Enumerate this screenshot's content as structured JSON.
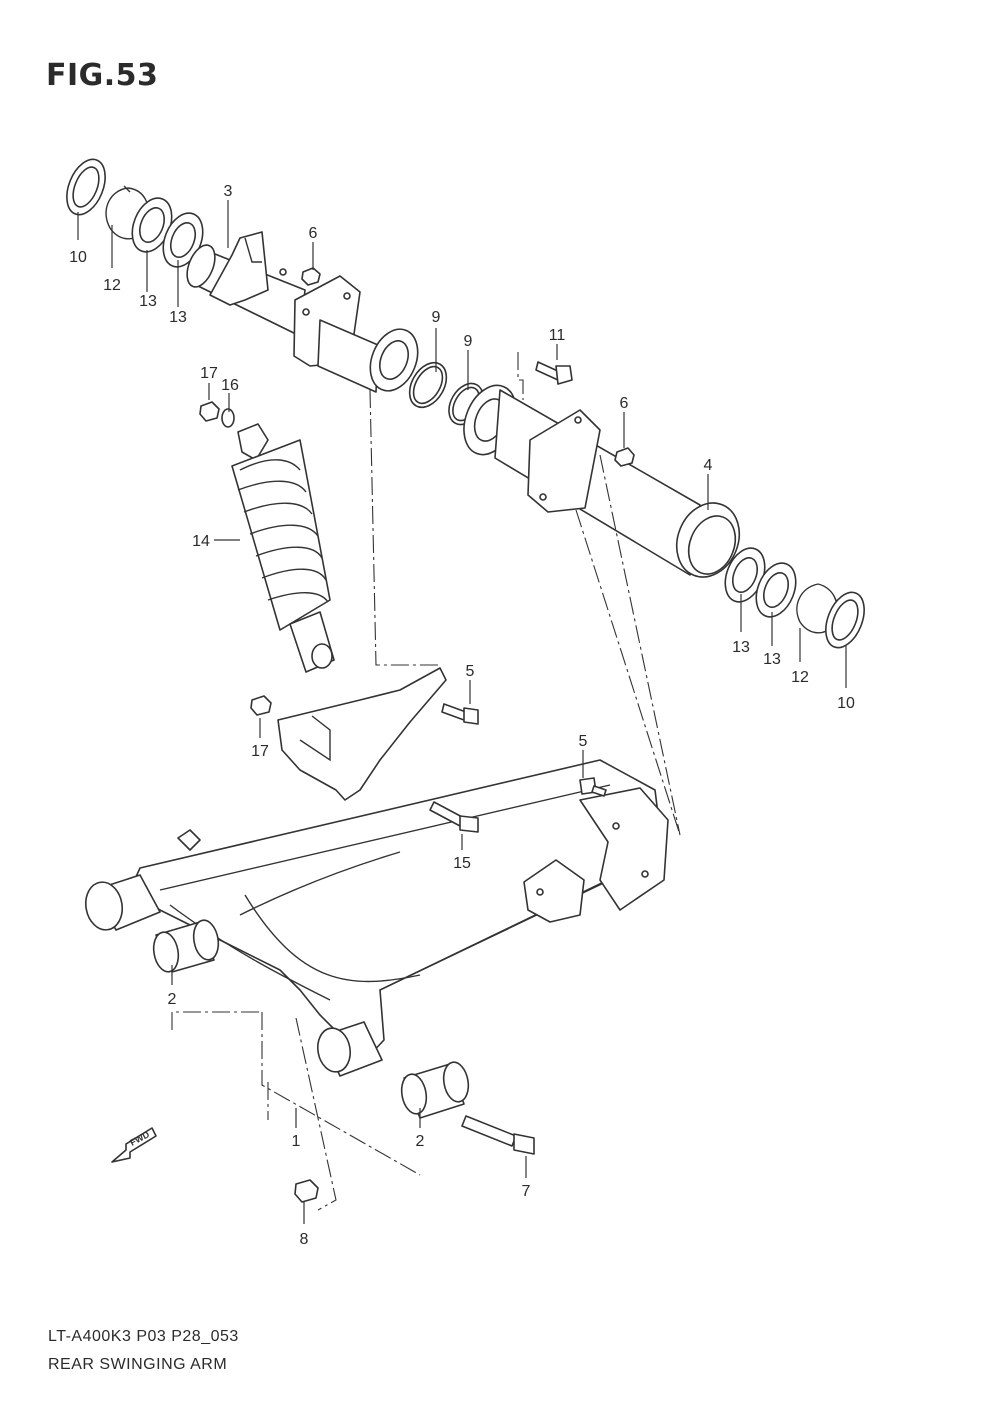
{
  "figure": {
    "title": "FIG.53",
    "model_code": "LT-A400K3 P03 P28_053",
    "caption": "REAR SWINGING ARM"
  },
  "fwd_label": "FWD",
  "callouts": {
    "c10a": "10",
    "c12a": "12",
    "c13a": "13",
    "c13b": "13",
    "c3": "3",
    "c6a": "6",
    "c9a": "9",
    "c9b": "9",
    "c11": "11",
    "c17a": "17",
    "c16": "16",
    "c6b": "6",
    "c4": "4",
    "c14": "14",
    "c13c": "13",
    "c13d": "13",
    "c12b": "12",
    "c10b": "10",
    "c5a": "5",
    "c17b": "17",
    "c5b": "5",
    "c15": "15",
    "c2a": "2",
    "c1": "1",
    "c2b": "2",
    "c7": "7",
    "c8": "8"
  }
}
